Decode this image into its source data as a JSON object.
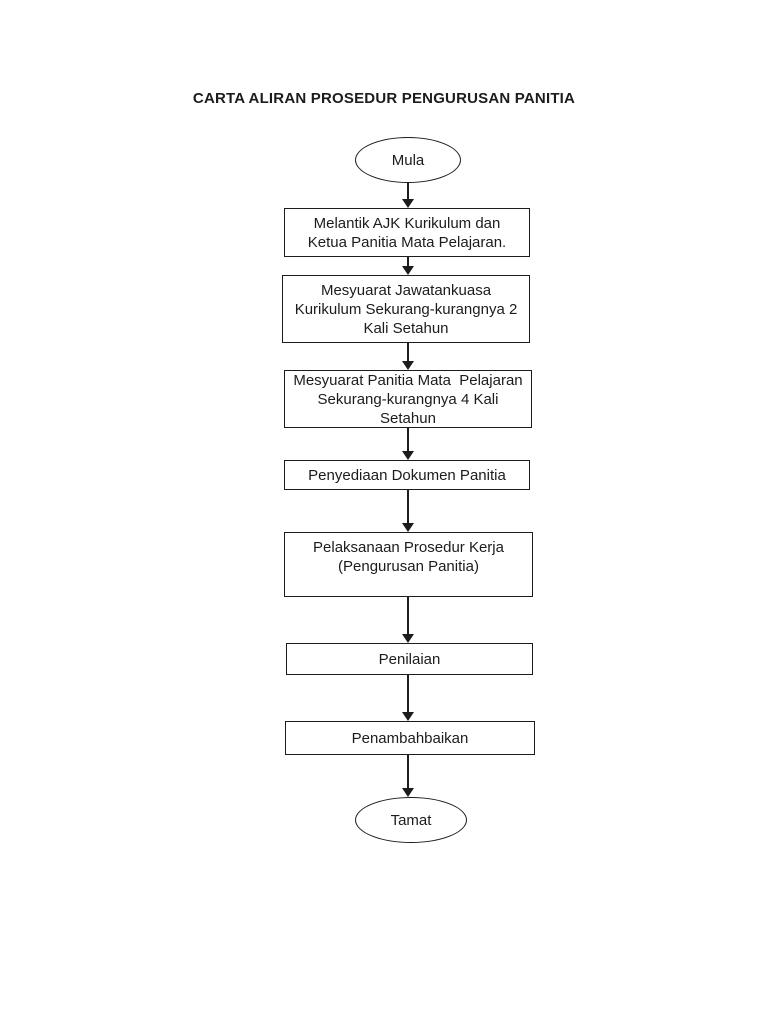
{
  "page": {
    "title": "CARTA ALIRAN PROSEDUR PENGURUSAN PANITIA",
    "background": "#ffffff"
  },
  "flowchart": {
    "type": "flowchart",
    "direction": "top-to-bottom",
    "colors": {
      "line": "#1c1c1c",
      "text": "#1c1c1c",
      "fill": "#ffffff"
    },
    "start": {
      "shape": "ellipse",
      "label": "Mula"
    },
    "steps": [
      {
        "shape": "rect",
        "text": "Melantik AJK Kurikulum dan\nKetua Panitia Mata Pelajaran."
      },
      {
        "shape": "rect",
        "text": "Mesyuarat Jawatankuasa\nKurikulum Sekurang-kurangnya 2\nKali Setahun"
      },
      {
        "shape": "rect",
        "text": "Mesyuarat Panitia Mata  Pelajaran\nSekurang-kurangnya 4 Kali\nSetahun"
      },
      {
        "shape": "rect",
        "text": "Penyediaan Dokumen Panitia"
      },
      {
        "shape": "rect",
        "text": "Pelaksanaan Prosedur Kerja\n(Pengurusan Panitia)"
      },
      {
        "shape": "rect",
        "text": "Penilaian"
      },
      {
        "shape": "rect",
        "text": "Penambahbaikan"
      }
    ],
    "end": {
      "shape": "ellipse",
      "label": "Tamat"
    }
  }
}
